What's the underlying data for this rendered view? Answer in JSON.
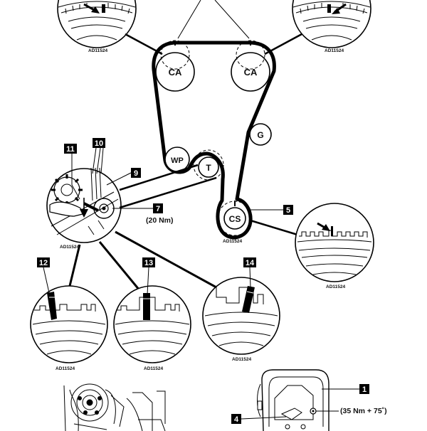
{
  "pulleys": {
    "camshaft_left": "CA",
    "camshaft_right": "CA",
    "idler": "G",
    "water_pump": "WP",
    "tensioner": "T",
    "crankshaft": "CS"
  },
  "callouts": {
    "c1": "1",
    "c4": "4",
    "c5": "5",
    "c7": "7",
    "c9": "9",
    "c10": "10",
    "c11": "11",
    "c12": "12",
    "c13": "13",
    "c14": "14"
  },
  "torques": {
    "tensioner_bolt": "(20 Nm)",
    "bracket_bolt": "(35 Nm + 75˚)"
  },
  "figure_codes": {
    "top_left": "AD11524",
    "top_right": "AD11524",
    "crank_detail": "AD11524",
    "crank_pulley": "AD11524",
    "tensioner_detail": "AD11524",
    "detail_12": "AD11524",
    "detail_13": "AD11524",
    "detail_14": "AD11524"
  }
}
